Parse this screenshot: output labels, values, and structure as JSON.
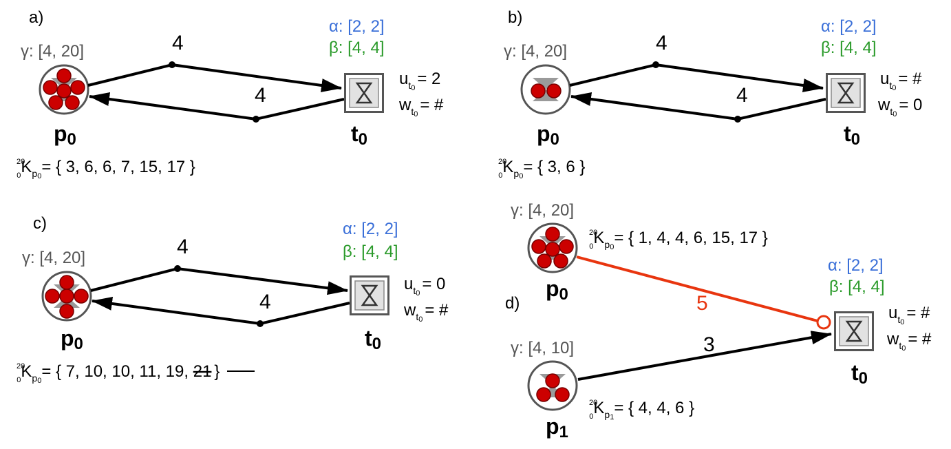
{
  "colors": {
    "token": "#cc0000",
    "inhibitor": "#e8350f",
    "blue": "#3a6fd8",
    "green": "#2a9a2a",
    "gray": "#555555"
  },
  "icons": {
    "place": "circle-place-icon",
    "transition": "hourglass-transition-icon",
    "token": "red-token-icon"
  },
  "panels": [
    {
      "id": "a",
      "label": "a)",
      "alpha": "α: [2, 2]",
      "beta": "β: [4, 4]",
      "gamma": "γ: [4, 20]",
      "arc_out": "4",
      "arc_in": "4",
      "place_name": "p",
      "place_sub": "0",
      "trans_name": "t",
      "trans_sub": "0",
      "u_name": "u",
      "u_sub": "t",
      "u_subsub": "0",
      "u_val": "= 2",
      "w_name": "w",
      "w_sub": "t",
      "w_subsub": "0",
      "w_val": "= #",
      "k_sup": "20",
      "k_pre": "0",
      "k_name": "K",
      "k_sub": "p",
      "k_subsub": "0",
      "k_val": "= { 3, 6, 6, 7, 15, 17 }",
      "tokens": 6
    },
    {
      "id": "b",
      "label": "b)",
      "alpha": "α: [2, 2]",
      "beta": "β: [4, 4]",
      "gamma": "γ: [4, 20]",
      "arc_out": "4",
      "arc_in": "4",
      "place_name": "p",
      "place_sub": "0",
      "trans_name": "t",
      "trans_sub": "0",
      "u_name": "u",
      "u_sub": "t",
      "u_subsub": "0",
      "u_val": "= #",
      "w_name": "w",
      "w_sub": "t",
      "w_subsub": "0",
      "w_val": "= 0",
      "k_sup": "20",
      "k_pre": "0",
      "k_name": "K",
      "k_sub": "p",
      "k_subsub": "0",
      "k_val": "= { 3, 6 }",
      "tokens": 2
    },
    {
      "id": "c",
      "label": "c)",
      "alpha": "α: [2, 2]",
      "beta": "β: [4, 4]",
      "gamma": "γ: [4, 20]",
      "arc_out": "4",
      "arc_in": "4",
      "place_name": "p",
      "place_sub": "0",
      "trans_name": "t",
      "trans_sub": "0",
      "u_name": "u",
      "u_sub": "t",
      "u_subsub": "0",
      "u_val": "= 0",
      "w_name": "w",
      "w_sub": "t",
      "w_subsub": "0",
      "w_val": "= #",
      "k_sup": "20",
      "k_pre": "0",
      "k_name": "K",
      "k_sub": "p",
      "k_subsub": "0",
      "k_val": "= { 7, 10, 10, 11, 19, ",
      "k_struck": "21",
      "k_end": "}",
      "tokens": 5
    },
    {
      "id": "d",
      "label": "d)",
      "alpha": "α: [2, 2]",
      "beta": "β: [4, 4]",
      "gamma0": "γ: [4, 20]",
      "gamma1": "γ: [4, 10]",
      "arc_inhib": "5",
      "arc_p1": "3",
      "p0_name": "p",
      "p0_sub": "0",
      "p1_name": "p",
      "p1_sub": "1",
      "trans_name": "t",
      "trans_sub": "0",
      "u_name": "u",
      "u_sub": "t",
      "u_subsub": "0",
      "u_val": "= #",
      "w_name": "w",
      "w_sub": "t",
      "w_subsub": "0",
      "w_val": "= #",
      "k0_sup": "20",
      "k0_pre": "0",
      "k0_name": "K",
      "k0_sub": "p",
      "k0_subsub": "0",
      "k0_val": "= { 1, 4, 4, 6, 15, 17 }",
      "k1_sup": "20",
      "k1_pre": "0",
      "k1_name": "K",
      "k1_sub": "p",
      "k1_subsub": "1",
      "k1_val": "= { 4, 4, 6 }",
      "tokens_p0": 6,
      "tokens_p1": 3
    }
  ]
}
